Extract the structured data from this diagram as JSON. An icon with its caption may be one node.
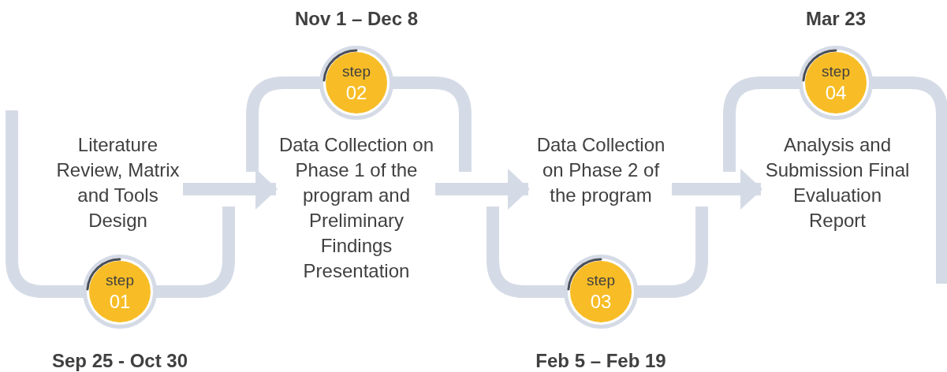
{
  "diagram": {
    "nodes": [
      {
        "text": [
          "step",
          "01"
        ],
        "beside": [
          "Sep 25 - Oct 30"
        ]
      },
      {
        "text": [
          "step",
          "02"
        ],
        "beside": [
          "Nov 1 – Dec 8"
        ]
      },
      {
        "text": [
          "step",
          "03"
        ],
        "beside": [
          "Feb 5 – Feb 19"
        ]
      },
      {
        "text": [
          "step",
          "04"
        ],
        "beside": [
          "Mar 23"
        ]
      },
      {
        "text": [
          "Literature Review, Matrix and Tools Design"
        ]
      },
      {
        "text": [
          "Data Collection on Phase 1 of the program and Preliminary Findings Presentation"
        ]
      },
      {
        "text": [
          "Data Collection on Phase 2 of the program"
        ]
      },
      {
        "text": [
          "Analysis and Submission Final Evaluation Report"
        ]
      }
    ],
    "edges": [
      {
        "from": 4,
        "to": 5,
        "arrow": "to"
      },
      {
        "from": 5,
        "to": 6,
        "arrow": "to"
      },
      {
        "from": 6,
        "to": 7,
        "arrow": "to"
      }
    ]
  }
}
